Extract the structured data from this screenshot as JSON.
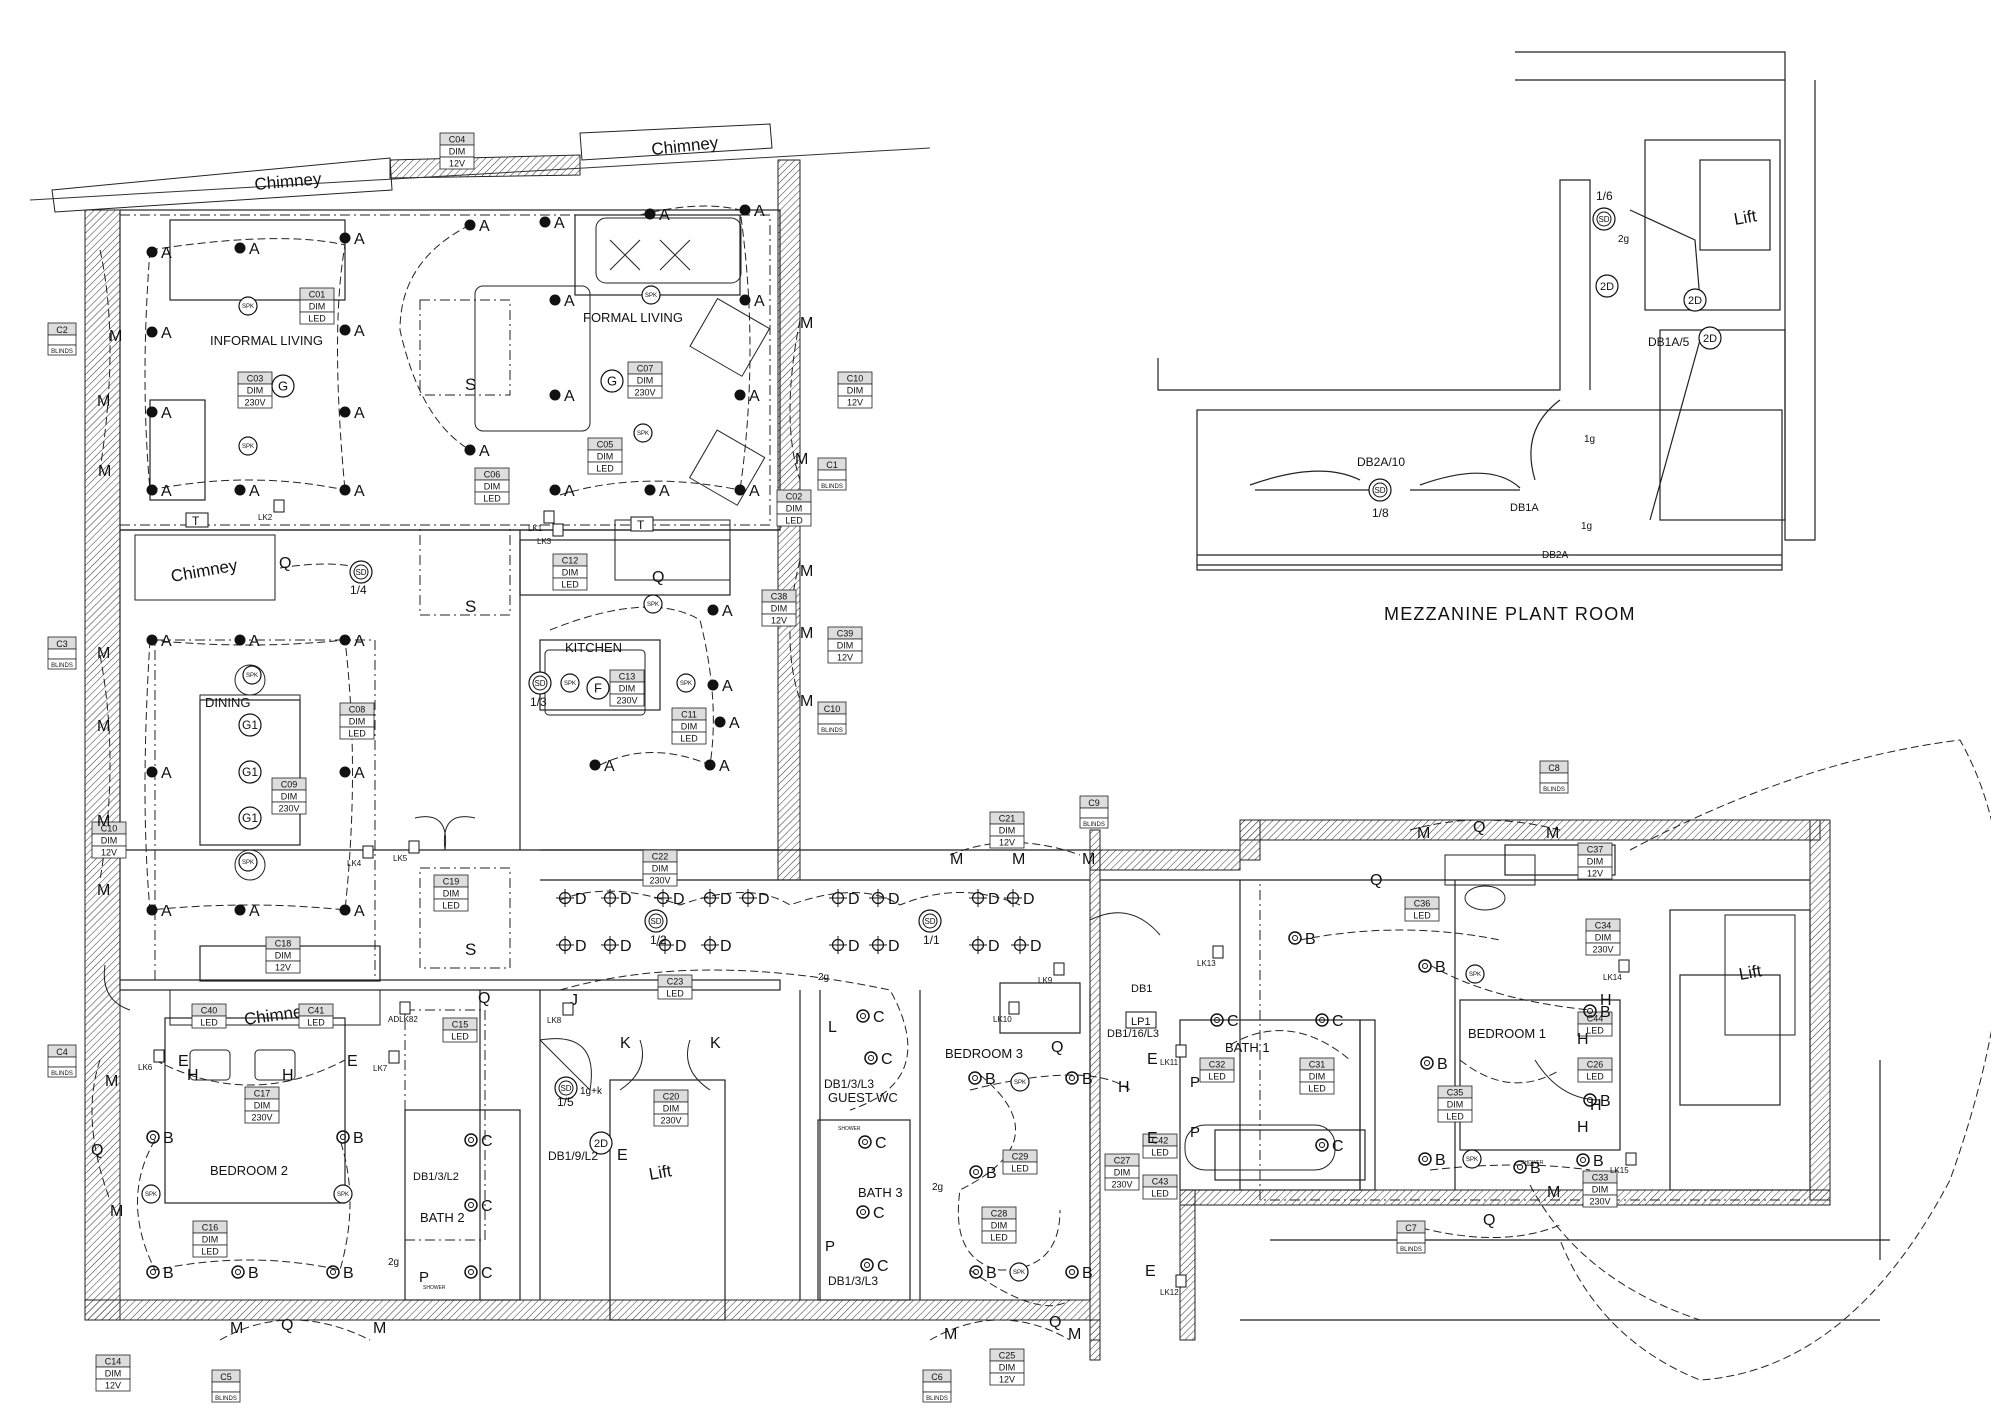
{
  "rooms": {
    "informal_living": "INFORMAL LIVING",
    "formal_living": "FORMAL LIVING",
    "kitchen": "KITCHEN",
    "dining": "DINING",
    "bedroom_1": "BEDROOM 1",
    "bedroom_2": "BEDROOM 2",
    "bedroom_3": "BEDROOM 3",
    "bath_1": "BATH 1",
    "bath_2": "BATH 2",
    "bath_3": "BATH 3",
    "guest_wc": "GUEST WC",
    "lift": "Lift",
    "chimney": "Chimney",
    "mezzanine": "MEZZANINE PLANT ROOM"
  },
  "circuit_tags": [
    {
      "id": "C04",
      "lines": [
        "C04",
        "DIM",
        "12V"
      ]
    },
    {
      "id": "C01",
      "lines": [
        "C01",
        "DIM",
        "LED"
      ]
    },
    {
      "id": "C03",
      "lines": [
        "C03",
        "DIM",
        "230V"
      ]
    },
    {
      "id": "C07",
      "lines": [
        "C07",
        "DIM",
        "230V"
      ]
    },
    {
      "id": "C05",
      "lines": [
        "C05",
        "DIM",
        "LED"
      ]
    },
    {
      "id": "C06",
      "lines": [
        "C06",
        "DIM",
        "LED"
      ]
    },
    {
      "id": "C10a",
      "lines": [
        "C10",
        "DIM",
        "12V"
      ]
    },
    {
      "id": "C02",
      "lines": [
        "C02",
        "DIM",
        "LED"
      ]
    },
    {
      "id": "C12",
      "lines": [
        "C12",
        "DIM",
        "LED"
      ]
    },
    {
      "id": "C38",
      "lines": [
        "C38",
        "DIM",
        "12V"
      ]
    },
    {
      "id": "C39",
      "lines": [
        "C39",
        "DIM",
        "12V"
      ]
    },
    {
      "id": "C13",
      "lines": [
        "C13",
        "DIM",
        "230V"
      ]
    },
    {
      "id": "C11",
      "lines": [
        "C11",
        "DIM",
        "LED"
      ]
    },
    {
      "id": "C08",
      "lines": [
        "C08",
        "DIM",
        "LED"
      ]
    },
    {
      "id": "C09",
      "lines": [
        "C09",
        "DIM",
        "230V"
      ]
    },
    {
      "id": "C10b",
      "lines": [
        "C10",
        "DIM",
        "12V"
      ]
    },
    {
      "id": "C19",
      "lines": [
        "C19",
        "DIM",
        "LED"
      ]
    },
    {
      "id": "C22",
      "lines": [
        "C22",
        "DIM",
        "230V"
      ]
    },
    {
      "id": "C21",
      "lines": [
        "C21",
        "DIM",
        "12V"
      ]
    },
    {
      "id": "C18",
      "lines": [
        "C18",
        "DIM",
        "12V"
      ]
    },
    {
      "id": "C23",
      "lines": [
        "C23",
        "LED"
      ]
    },
    {
      "id": "C40",
      "lines": [
        "C40",
        "LED"
      ]
    },
    {
      "id": "C41",
      "lines": [
        "C41",
        "LED"
      ]
    },
    {
      "id": "C15",
      "lines": [
        "C15",
        "LED"
      ]
    },
    {
      "id": "C17",
      "lines": [
        "C17",
        "DIM",
        "230V"
      ]
    },
    {
      "id": "C20",
      "lines": [
        "C20",
        "DIM",
        "230V"
      ]
    },
    {
      "id": "C16",
      "lines": [
        "C16",
        "DIM",
        "LED"
      ]
    },
    {
      "id": "C14",
      "lines": [
        "C14",
        "DIM",
        "12V"
      ]
    },
    {
      "id": "C28",
      "lines": [
        "C28",
        "DIM",
        "LED"
      ]
    },
    {
      "id": "C29",
      "lines": [
        "C29",
        "LED"
      ]
    },
    {
      "id": "C27",
      "lines": [
        "C27",
        "DIM",
        "230V"
      ]
    },
    {
      "id": "C25",
      "lines": [
        "C25",
        "DIM",
        "12V"
      ]
    },
    {
      "id": "C42",
      "lines": [
        "C42",
        "LED"
      ]
    },
    {
      "id": "C43",
      "lines": [
        "C43",
        "LED"
      ]
    },
    {
      "id": "C32",
      "lines": [
        "C32",
        "LED"
      ]
    },
    {
      "id": "C31",
      "lines": [
        "C31",
        "DIM",
        "LED"
      ]
    },
    {
      "id": "C36",
      "lines": [
        "C36",
        "LED"
      ]
    },
    {
      "id": "C35",
      "lines": [
        "C35",
        "DIM",
        "LED"
      ]
    },
    {
      "id": "C37",
      "lines": [
        "C37",
        "DIM",
        "12V"
      ]
    },
    {
      "id": "C34",
      "lines": [
        "C34",
        "DIM",
        "230V"
      ]
    },
    {
      "id": "C44",
      "lines": [
        "C44",
        "LED"
      ]
    },
    {
      "id": "C26",
      "lines": [
        "C26",
        "LED"
      ]
    },
    {
      "id": "C33",
      "lines": [
        "C33",
        "DIM",
        "230V"
      ]
    }
  ],
  "blind_tags": [
    {
      "id": "C2",
      "lines": [
        "C2",
        "BLINDS"
      ]
    },
    {
      "id": "C1",
      "lines": [
        "C1",
        "BLINDS"
      ]
    },
    {
      "id": "C3",
      "lines": [
        "C3",
        "BLINDS"
      ]
    },
    {
      "id": "C10",
      "lines": [
        "C10",
        "BLINDS"
      ]
    },
    {
      "id": "C9",
      "lines": [
        "C9",
        "BLINDS"
      ]
    },
    {
      "id": "C8",
      "lines": [
        "C8",
        "BLINDS"
      ]
    },
    {
      "id": "C4",
      "lines": [
        "C4",
        "BLINDS"
      ]
    },
    {
      "id": "C5",
      "lines": [
        "C5",
        "BLINDS"
      ]
    },
    {
      "id": "C6",
      "lines": [
        "C6",
        "BLINDS"
      ]
    },
    {
      "id": "C7",
      "lines": [
        "C7",
        "BLINDS"
      ]
    }
  ],
  "keypad_labels": [
    "LK1",
    "LK2",
    "LK3",
    "LK4",
    "LK5",
    "LK6",
    "LK7",
    "LK8",
    "LK9",
    "LK10",
    "LK11",
    "LK12",
    "LK13",
    "LK14",
    "LK15",
    "ADLK82"
  ],
  "detector_labels": {
    "sd_1_4": "1/4",
    "sd_1_3": "1/3",
    "sd_1_2": "1/2",
    "sd_1_1": "1/1",
    "sd_1_5": "1/5",
    "sd_1_6": "1/6",
    "sd_1_8": "1/8",
    "db2a_10": "DB2A/10",
    "db1a_5": "DB1A/5",
    "db1a": "DB1A",
    "db2a": "DB2A",
    "db1_9_l2": "DB1/9/L2",
    "db1_3_l2": "DB1/3/L2",
    "db1_3_l3a": "DB1/3/L3",
    "db1_3_l3b": "DB1/3/L3",
    "db1_16_l3": "DB1/16/L3",
    "db1": "DB1",
    "lp1": "LP1",
    "sd": "SD",
    "spk": "SPK",
    "shower": "SHOWER",
    "e1g": "1g",
    "e2g": "2g",
    "e1gk": "1g+k"
  },
  "symbol_letters": {
    "A": "A",
    "B": "B",
    "C": "C",
    "D": "D",
    "E": "E",
    "F": "F",
    "G": "G",
    "G1": "G1",
    "H": "H",
    "J": "J",
    "K": "K",
    "L": "L",
    "M": "M",
    "P": "P",
    "Q": "Q",
    "S": "S",
    "T": "T",
    "2D": "2D"
  }
}
